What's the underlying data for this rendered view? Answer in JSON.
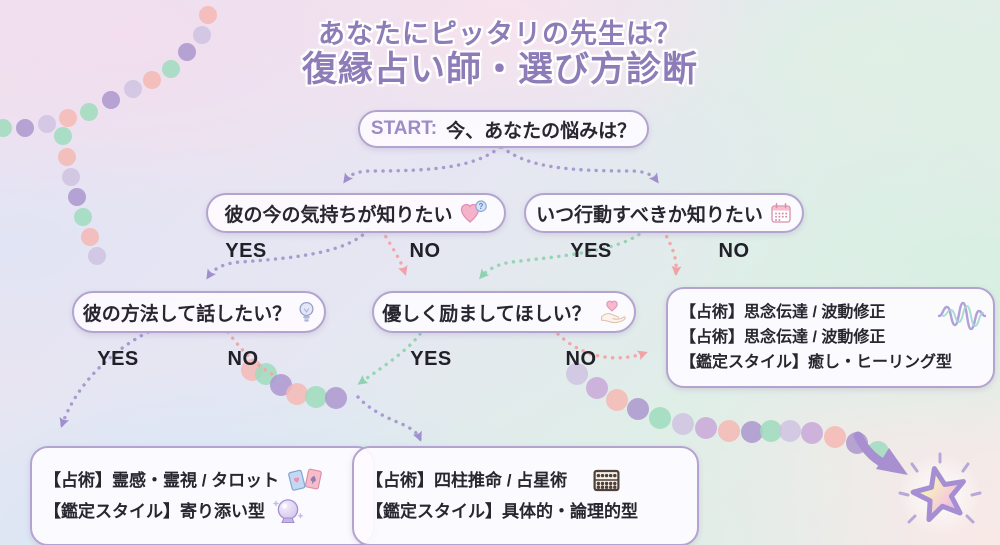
{
  "title": {
    "tagline": "あなたにピッタリの先生は？",
    "heading": "復縁占い師・選び方診断"
  },
  "start": {
    "prefix": "START:",
    "question": "今、あなたの悩みは？"
  },
  "labels": {
    "yes": "YES",
    "no": "NO"
  },
  "questions": {
    "feelings": "彼の今の気持ちが知りたい",
    "timing": "いつ行動すべきか知りたい",
    "method": "彼の方法して話したい？",
    "encourage": "優しく励ましてほしい？"
  },
  "results": {
    "healing": {
      "lines": [
        "【占術】思念伝達 / 波動修正",
        "【占術】思念伝達 / 波動修正",
        "【鑑定スタイル】癒し・ヒーリング型"
      ]
    },
    "empathic": {
      "lines": [
        "【占術】霊感・霊視 / タロット",
        "【鑑定スタイル】寄り添い型"
      ]
    },
    "logical": {
      "lines": [
        "【占術】四柱推命 / 占星術",
        "【鑑定スタイル】具体的・論理的型"
      ]
    }
  },
  "icons": {
    "feelings": "heart-question-icon",
    "timing": "calendar-icon",
    "method": "lightbulb-icon",
    "encourage": "hand-heart-icon",
    "healing": "sound-wave-icon",
    "empathic_tarot": "tarot-cards-icon",
    "empathic_crystal": "crystal-ball-icon",
    "logical": "abacus-icon",
    "footer": "sparkle-star-icon"
  },
  "colors": {
    "accent_purple": "#8d7cb8",
    "arrow_purple": "#a79bd0",
    "arrow_pink": "#f0a8ab",
    "arrow_teal": "#97d4b4",
    "text_dark": "#28262f"
  }
}
